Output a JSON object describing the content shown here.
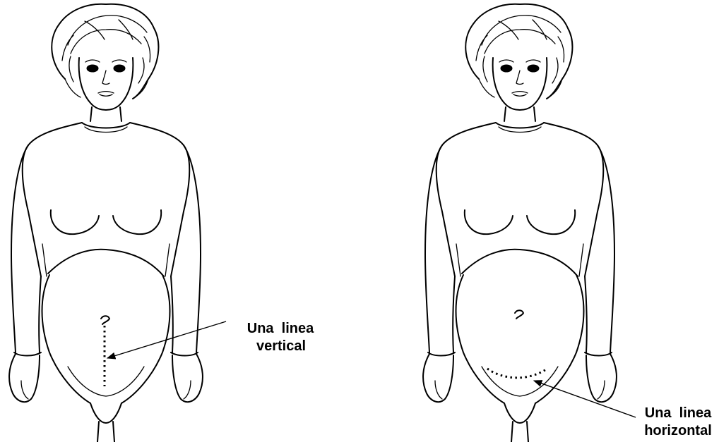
{
  "labels": {
    "vertical": {
      "line1": "Una  linea",
      "line2": "vertical"
    },
    "horizontal": {
      "line1": "Una  linea",
      "line2": "horizontal"
    }
  },
  "colors": {
    "ink": "#000000",
    "background": "#ffffff"
  },
  "figures": [
    {
      "name": "figure-vertical-incision",
      "incision": "vertical"
    },
    {
      "name": "figure-horizontal-incision",
      "incision": "horizontal"
    }
  ]
}
